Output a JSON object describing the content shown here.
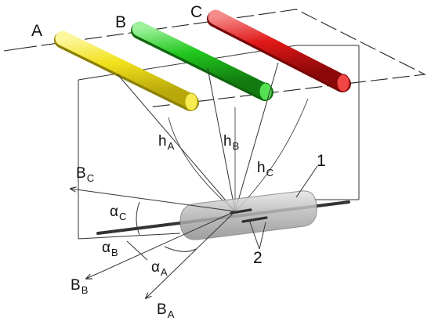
{
  "labels": {
    "conductor_a": "A",
    "conductor_b": "B",
    "conductor_c": "C",
    "h_a": "h",
    "h_a_sub": "A",
    "h_b": "h",
    "h_b_sub": "B",
    "h_c": "h",
    "h_c_sub": "C",
    "b_c": "B",
    "b_c_sub": "C",
    "b_b": "B",
    "b_b_sub": "B",
    "b_a": "B",
    "b_a_sub": "A",
    "alpha_c": "α",
    "alpha_c_sub": "C",
    "alpha_b": "α",
    "alpha_b_sub": "B",
    "alpha_a": "α",
    "alpha_a_sub": "A",
    "part_1": "1",
    "part_2": "2"
  },
  "colors": {
    "conductor_a": "#f2e21c",
    "conductor_b": "#22c81e",
    "conductor_c": "#e01818",
    "reed_glass": "#b9b9b9"
  }
}
